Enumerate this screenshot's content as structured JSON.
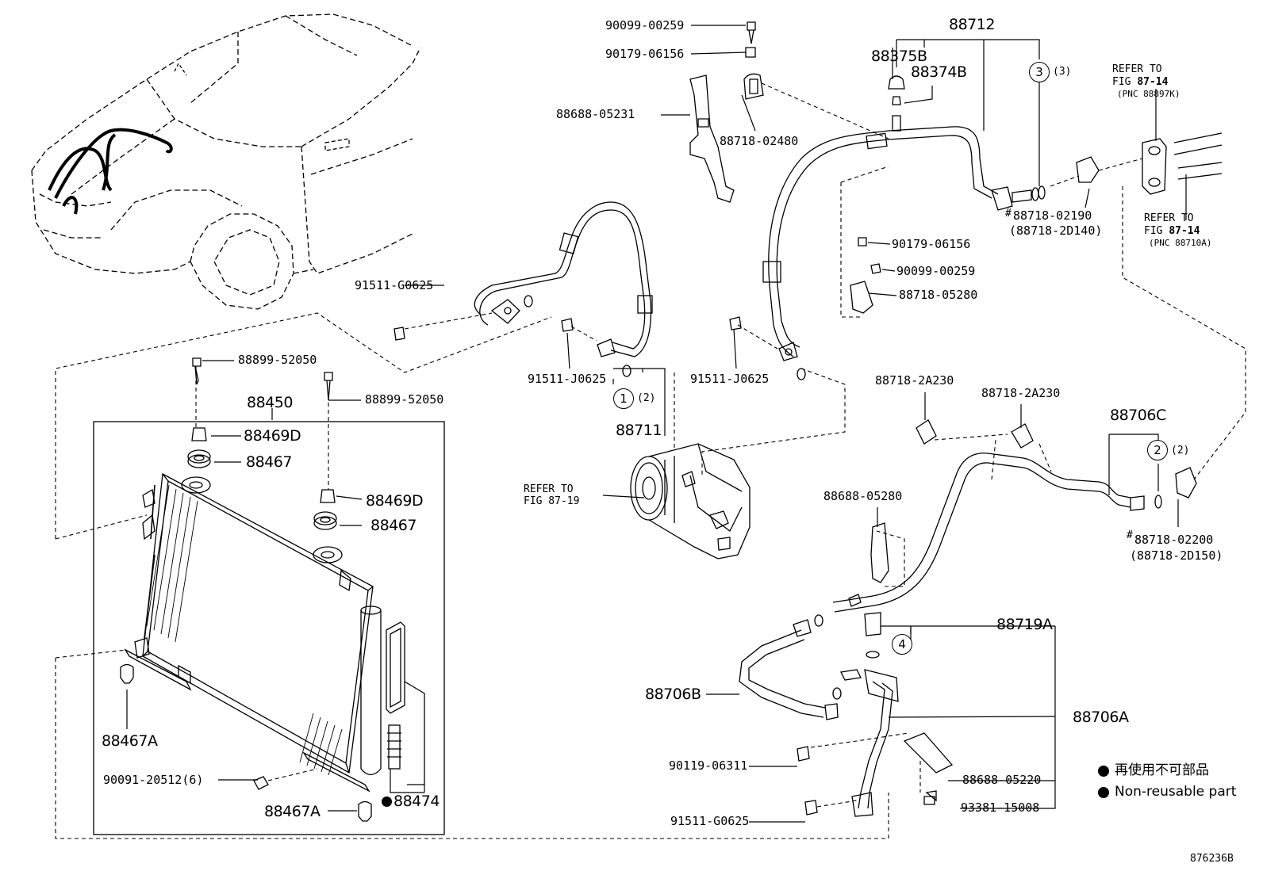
{
  "legend": {
    "non_reusable_jp": "再使用不可部品",
    "non_reusable_en": "Non-reusable part",
    "dot_color": "#000000"
  },
  "figure_id": "876236B",
  "labels": {
    "p_90099_00259_top": "90099-00259",
    "p_90179_06156_top": "90179-06156",
    "p_88688_05231": "88688-05231",
    "p_88718_02480": "88718-02480",
    "p_88712": "88712",
    "p_88375B": "88375B",
    "p_88374B": "88374B",
    "p_ref_3": "(3)",
    "refer_87_14_a_line1": "REFER TO",
    "refer_87_14_a_line2_pre": "FIG ",
    "refer_87_14_a_line2_num": "87-14",
    "refer_87_14_a_pnc": "(PNC 88897K)",
    "refer_87_14_b_line1": "REFER TO",
    "refer_87_14_b_line2_pre": "FIG ",
    "refer_87_14_b_line2_num": "87-14",
    "refer_87_14_b_pnc": "(PNC 88710A)",
    "p_88718_02190": "88718-02190",
    "p_88718_2D140": "(88718-2D140)",
    "p_90179_06156_mid": "90179-06156",
    "p_90099_00259_mid": "90099-00259",
    "p_88718_05280": "88718-05280",
    "p_91511_G0625_top": "91511-G0625",
    "p_91511_J0625_a": "91511-J0625",
    "p_91511_J0625_b": "91511-J0625",
    "p_ref_2a": "(2)",
    "p_88711": "88711",
    "p_88899_52050_a": "88899-52050",
    "p_88899_52050_b": "88899-52050",
    "p_88450": "88450",
    "p_88469D_a": "88469D",
    "p_88467_a": "88467",
    "p_88469D_b": "88469D",
    "p_88467_b": "88467",
    "refer_87_19_line1": "REFER TO",
    "refer_87_19_line2": "FIG 87-19",
    "p_88718_2A230_a": "88718-2A230",
    "p_88718_2A230_b": "88718-2A230",
    "p_88706C": "88706C",
    "p_ref_2b": "(2)",
    "p_88688_05280": "88688-05280",
    "p_88718_02200": "88718-02200",
    "p_88718_2D150": "(88718-2D150)",
    "p_88719A": "88719A",
    "p_88706B": "88706B",
    "p_88706A": "88706A",
    "p_88467A_a": "88467A",
    "p_88467A_b": "88467A",
    "p_90091_20512": "90091-20512(6)",
    "p_88474": "88474",
    "p_90119_06311": "90119-06311",
    "p_88688_05220": "88688-05220",
    "p_91511_G0625_bot": "91511-G0625",
    "p_93381_15008": "93381-15008",
    "hash_a": "#",
    "hash_b": "#"
  },
  "circles": {
    "c1": "1",
    "c2": "2",
    "c3": "3",
    "c4": "4"
  }
}
